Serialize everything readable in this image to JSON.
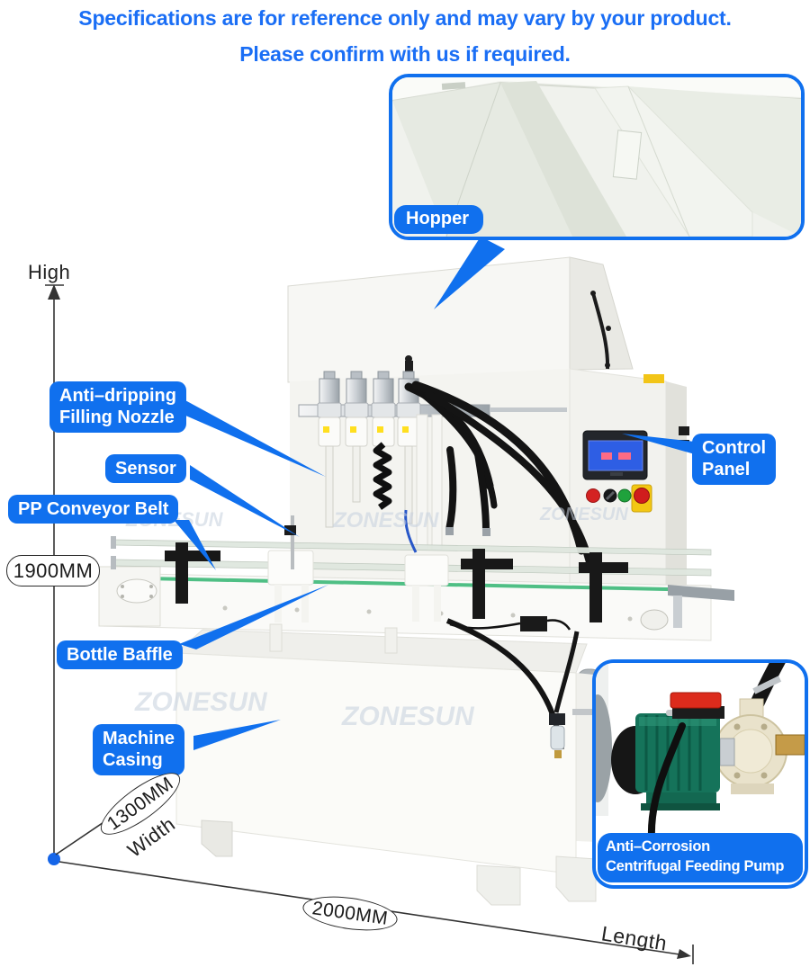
{
  "header": {
    "line1": "Specifications are for reference only and may vary by your product.",
    "line2": "Please confirm with us if required."
  },
  "annotations": {
    "hopper": "Hopper",
    "filling_nozzle": [
      "Anti–dripping",
      "Filling Nozzle"
    ],
    "sensor": "Sensor",
    "conveyor_belt": "PP Conveyor Belt",
    "control_panel": [
      "Control",
      "Panel"
    ],
    "bottle_baffle": "Bottle Baffle",
    "machine_casing": [
      "Machine",
      "Casing"
    ],
    "feeding_pump": [
      "Anti–Corrosion",
      "Centrifugal Feeding Pump"
    ]
  },
  "dimensions": {
    "height_label": "High",
    "height_value": "1900MM",
    "width_value": "1300MM",
    "width_label": "Width",
    "length_value": "2000MM",
    "length_label": "Length"
  },
  "watermark": {
    "text": "ZONESUN"
  },
  "colors": {
    "accent_blue": "#1070ee",
    "header_blue": "#1a6ef5",
    "belt_green": "#3cb878",
    "estop_yellow": "#f3c713",
    "screen_blue": "#2e5ee4",
    "pump_green": "#15735a"
  }
}
